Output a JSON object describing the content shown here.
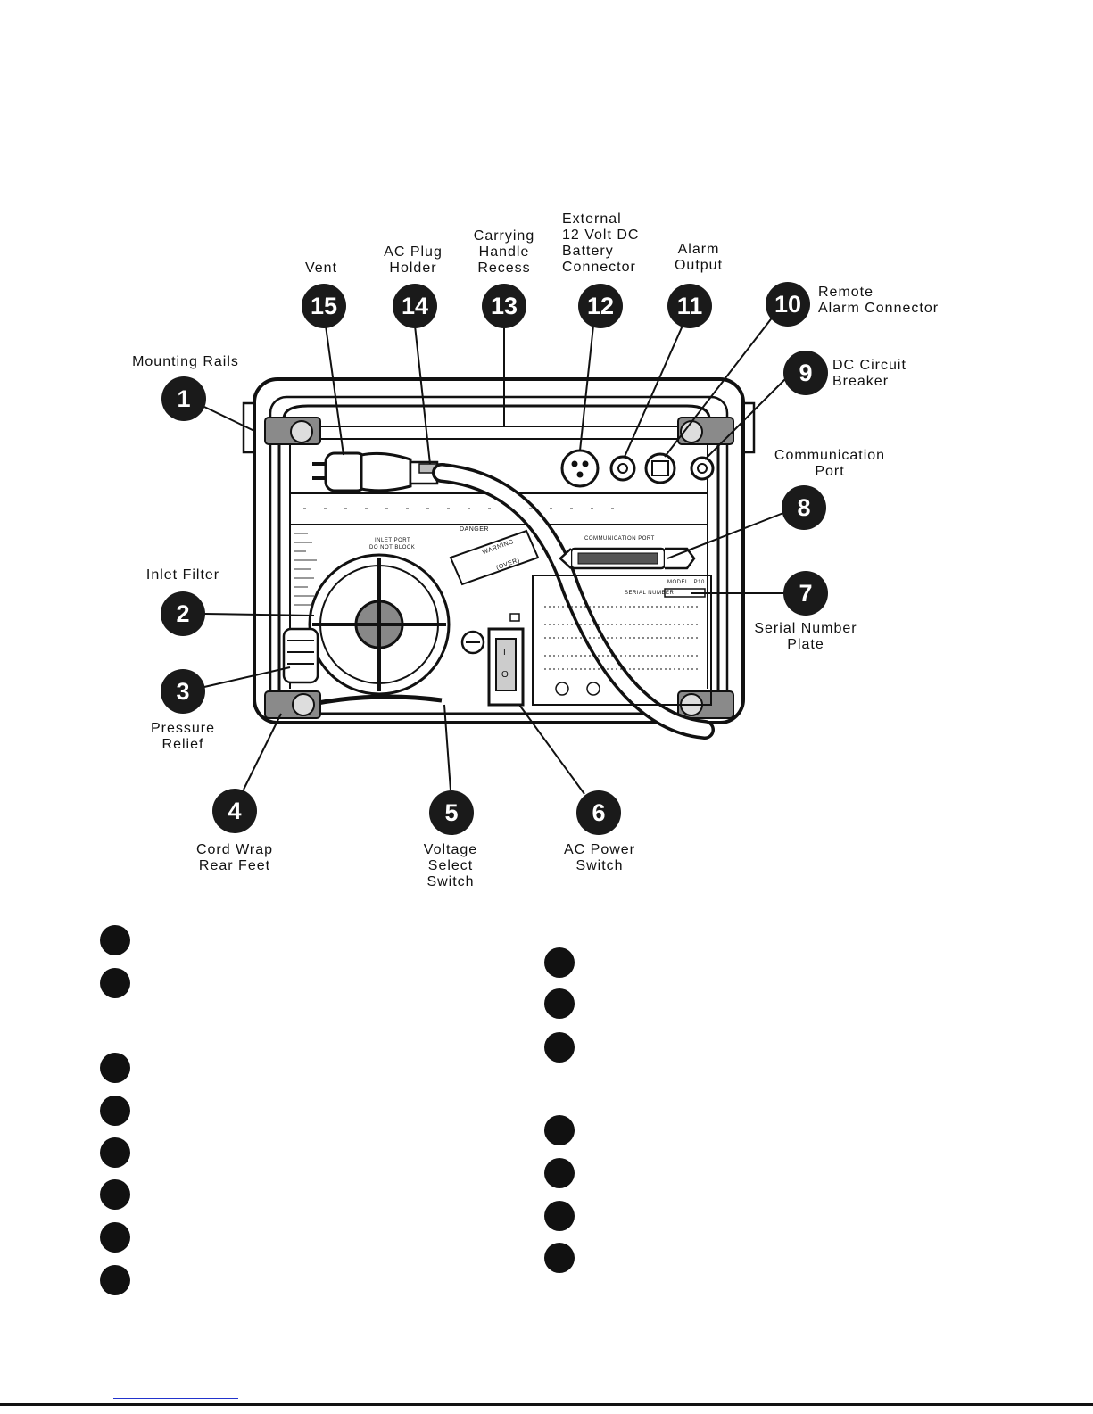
{
  "callouts": [
    {
      "num": "1",
      "label": [
        "Mounting Rails"
      ]
    },
    {
      "num": "2",
      "label": [
        "Inlet Filter"
      ]
    },
    {
      "num": "3",
      "label": [
        "Pressure",
        "Relief"
      ]
    },
    {
      "num": "4",
      "label": [
        "Cord Wrap",
        "Rear Feet"
      ]
    },
    {
      "num": "5",
      "label": [
        "Voltage",
        "Select",
        "Switch"
      ]
    },
    {
      "num": "6",
      "label": [
        "AC Power",
        "Switch"
      ]
    },
    {
      "num": "7",
      "label": [
        "Serial Number",
        "Plate"
      ]
    },
    {
      "num": "8",
      "label": [
        "Communication",
        "Port"
      ]
    },
    {
      "num": "9",
      "label": [
        "DC Circuit",
        "Breaker"
      ]
    },
    {
      "num": "10",
      "label": [
        "Remote",
        "Alarm Connector"
      ]
    },
    {
      "num": "11",
      "label": [
        "Alarm",
        "Output"
      ]
    },
    {
      "num": "12",
      "label": [
        "External",
        "12 Volt DC",
        "Battery",
        "Connector"
      ]
    },
    {
      "num": "13",
      "label": [
        "Carrying",
        "Handle",
        "Recess"
      ]
    },
    {
      "num": "14",
      "label": [
        "AC Plug",
        "Holder"
      ]
    },
    {
      "num": "15",
      "label": [
        "Vent"
      ]
    }
  ],
  "device_panel": {
    "communication_port_label": "COMMUNICATION PORT",
    "model_label": "MODEL LP10",
    "serial_label": "SERIAL NUMBER",
    "inlet_label_1": "INLET PORT",
    "inlet_label_2": "DO NOT BLOCK",
    "warning_label": "WARNING",
    "over_label": "(OVER)",
    "danger_label": "DANGER",
    "switch_on": "I",
    "switch_off": "O"
  }
}
